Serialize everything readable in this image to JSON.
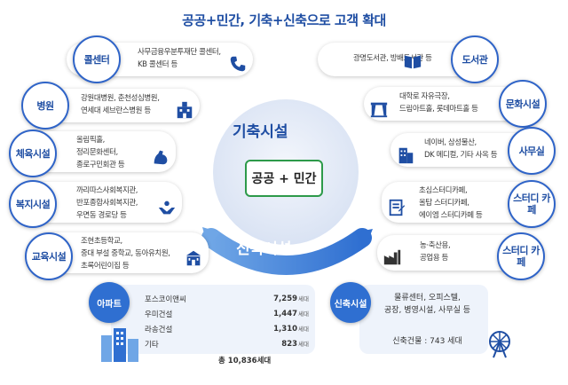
{
  "title": "공공+민간, 기축+신축으로 고객 확대",
  "center": {
    "label": "공공 + 민간",
    "ring_top": "기축시설",
    "ring_bottom": "신축시설"
  },
  "left_items": [
    {
      "label": "콜센터",
      "lines": [
        "사무금융우분투재단 콜센터,",
        "KB 콜센터 등"
      ],
      "icon": "phone-icon"
    },
    {
      "label": "병원",
      "lines": [
        "강원대병원, 춘천성심병원,",
        "연세대 세브란스병원 등"
      ],
      "icon": "hospital-icon"
    },
    {
      "label": "체육시설",
      "lines": [
        "올림픽홀,",
        "정리문화센터,",
        "종로구민회관 등"
      ],
      "icon": "muscle-arm-icon"
    },
    {
      "label": "복지시설",
      "lines": [
        "까리따스사회복지관,",
        "반포종합사회복지관,",
        "우면동 경로당 등"
      ],
      "icon": "caring-hands-icon"
    },
    {
      "label": "교육시설",
      "lines": [
        "조현초등학교,",
        "중대 부설 중학교, 동아유치원,",
        "초록어린이집 등"
      ],
      "icon": "school-icon"
    }
  ],
  "right_items": [
    {
      "label": "도서관",
      "lines": [
        "광명도서관, 방배도서관 등"
      ],
      "icon": "book-icon"
    },
    {
      "label": "문화시설",
      "lines": [
        "대학로 자유극장,",
        "드림아트홀, 롯데마트홀 등"
      ],
      "icon": "theater-icon"
    },
    {
      "label": "사무실",
      "lines": [
        "네이버, 삼성물산,",
        "DK 메디컬, 기타 사옥 등"
      ],
      "icon": "office-icon"
    },
    {
      "label": "스터디 카페",
      "lines": [
        "초심스터디카페,",
        "올탑 스터디카페,",
        "에이엠 스터디카페 등"
      ],
      "icon": "study-icon"
    },
    {
      "label": "스터디 카페",
      "lines": [
        "농·축산용,",
        "공업용 등"
      ],
      "icon": "factory-icon"
    }
  ],
  "apartment": {
    "label": "아파트",
    "rows": [
      {
        "name": "포스코이앤씨",
        "value": "7,259",
        "unit": "세대"
      },
      {
        "name": "우미건설",
        "value": "1,447",
        "unit": "세대"
      },
      {
        "name": "라송건설",
        "value": "1,310",
        "unit": "세대"
      },
      {
        "name": "기타",
        "value": "823",
        "unit": "세대"
      }
    ],
    "total": "총 10,836세대"
  },
  "new_facility": {
    "label": "신축시설",
    "lines": [
      "물류센터, 오피스텔,",
      "공장, 병영시설, 사무실 등"
    ],
    "buildings": "신축건물 : 743 세대"
  },
  "colors": {
    "accent": "#1f4ea3",
    "center_border": "#2d9a4a",
    "blue_badge": "#2f6fd1"
  }
}
